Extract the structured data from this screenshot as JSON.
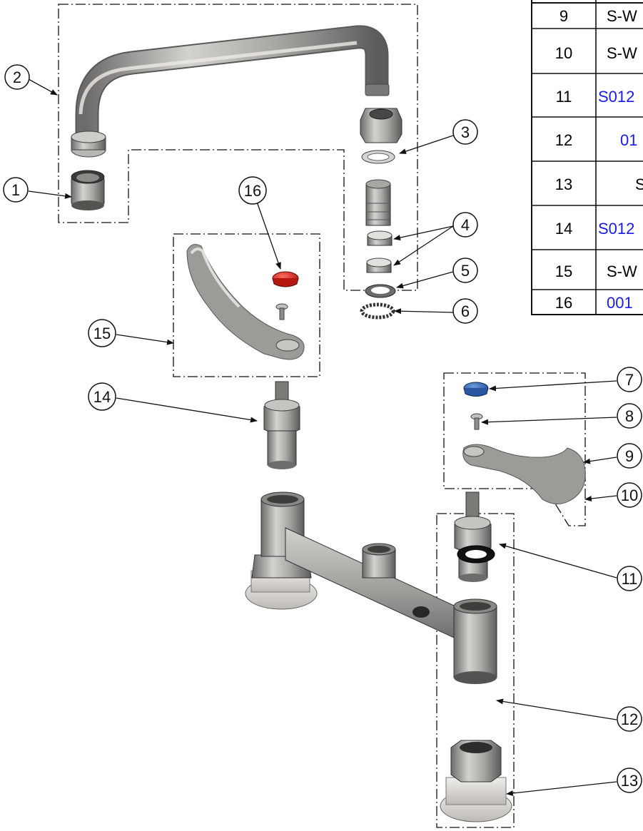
{
  "callouts": [
    "1",
    "2",
    "3",
    "4",
    "5",
    "6",
    "7",
    "8",
    "9",
    "10",
    "11",
    "12",
    "13",
    "14",
    "15",
    "16"
  ],
  "parts_table": {
    "rows": [
      {
        "item": "9",
        "part": "S-W",
        "color": "#111111"
      },
      {
        "item": "10",
        "part": "S-W",
        "color": "#111111"
      },
      {
        "item": "11",
        "part": "S012",
        "color": "#1a1ae6"
      },
      {
        "item": "12",
        "part": "01",
        "color": "#1a1ae6"
      },
      {
        "item": "13",
        "part": "S",
        "color": "#111111"
      },
      {
        "item": "14",
        "part": "S012",
        "color": "#1a1ae6"
      },
      {
        "item": "15",
        "part": "S-W",
        "color": "#111111"
      },
      {
        "item": "16",
        "part": "001",
        "color": "#1a1ae6"
      }
    ]
  },
  "colors": {
    "metal": "#9c9a98",
    "metal_dark": "#5f5d5b",
    "handle_cap_hot": "#d8231b",
    "handle_cap_cold": "#2f63b8",
    "washer_black": "#1a1a1a"
  }
}
